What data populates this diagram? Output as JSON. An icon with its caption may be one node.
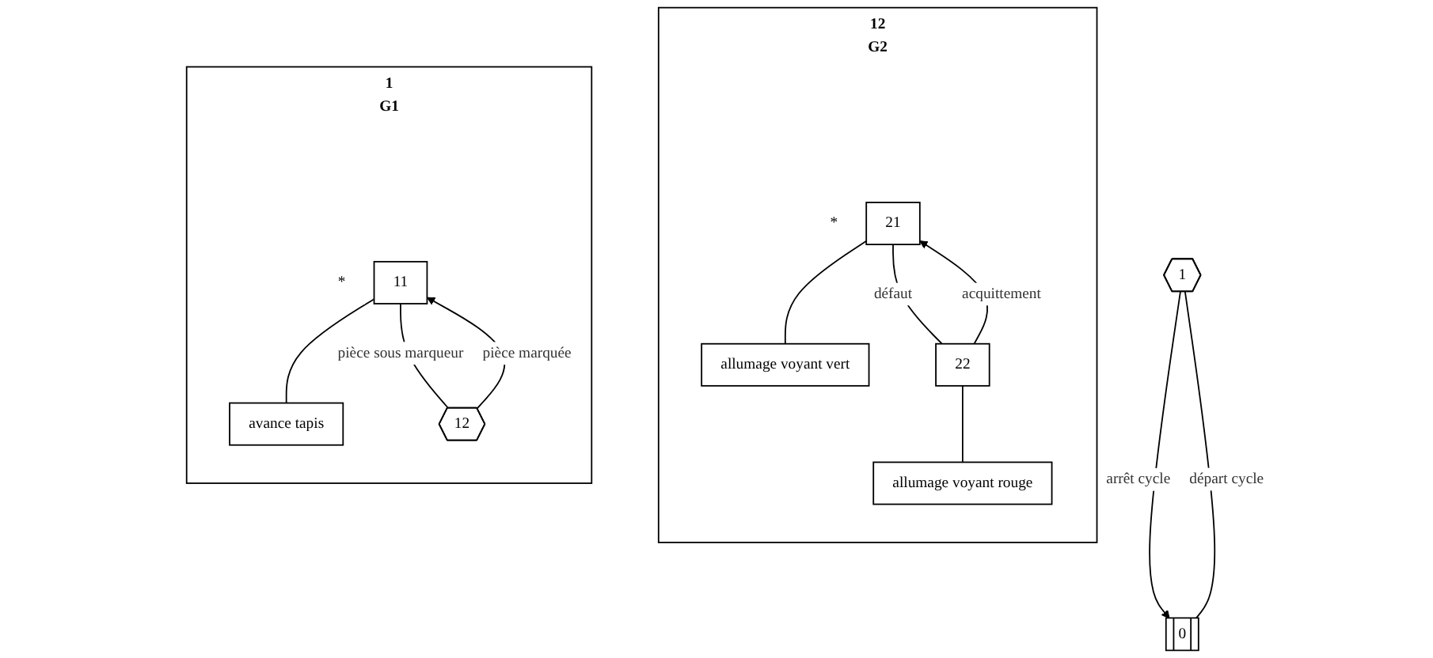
{
  "diagram": {
    "nodes": [
      {
        "text": [
          "0"
        ]
      },
      {
        "text": [
          "1"
        ]
      },
      {
        "text": [
          "1",
          "G1"
        ]
      },
      {
        "text": [
          "11"
        ],
        "in": 2,
        "beside": [
          "*"
        ]
      },
      {
        "text": [
          "avance tapis"
        ],
        "in": 2
      },
      {
        "text": [
          "12"
        ],
        "in": 2
      },
      {
        "text": [
          "12",
          "G2"
        ]
      },
      {
        "text": [
          "21"
        ],
        "in": 6,
        "beside": [
          "*"
        ]
      },
      {
        "text": [
          "allumage voyant vert"
        ],
        "in": 6
      },
      {
        "text": [
          "22"
        ],
        "in": 6
      },
      {
        "text": [
          "allumage voyant rouge"
        ],
        "in": 6
      }
    ],
    "edges": [
      {
        "from": 0,
        "to": 1,
        "label": "départ cycle",
        "arrow": "none"
      },
      {
        "from": 1,
        "to": 0,
        "label": "arrêt cycle",
        "arrow": "to"
      },
      {
        "from": 3,
        "to": 4,
        "arrow": "none"
      },
      {
        "from": 3,
        "to": 5,
        "label": "pièce sous marqueur",
        "arrow": "none"
      },
      {
        "from": 5,
        "to": 3,
        "label": "pièce marquée",
        "arrow": "to"
      },
      {
        "from": 7,
        "to": 8,
        "arrow": "none"
      },
      {
        "from": 7,
        "to": 9,
        "label": "défaut",
        "arrow": "none"
      },
      {
        "from": 9,
        "to": 10,
        "arrow": "none"
      },
      {
        "from": 9,
        "to": 7,
        "label": "acquittement",
        "arrow": "to"
      }
    ]
  }
}
